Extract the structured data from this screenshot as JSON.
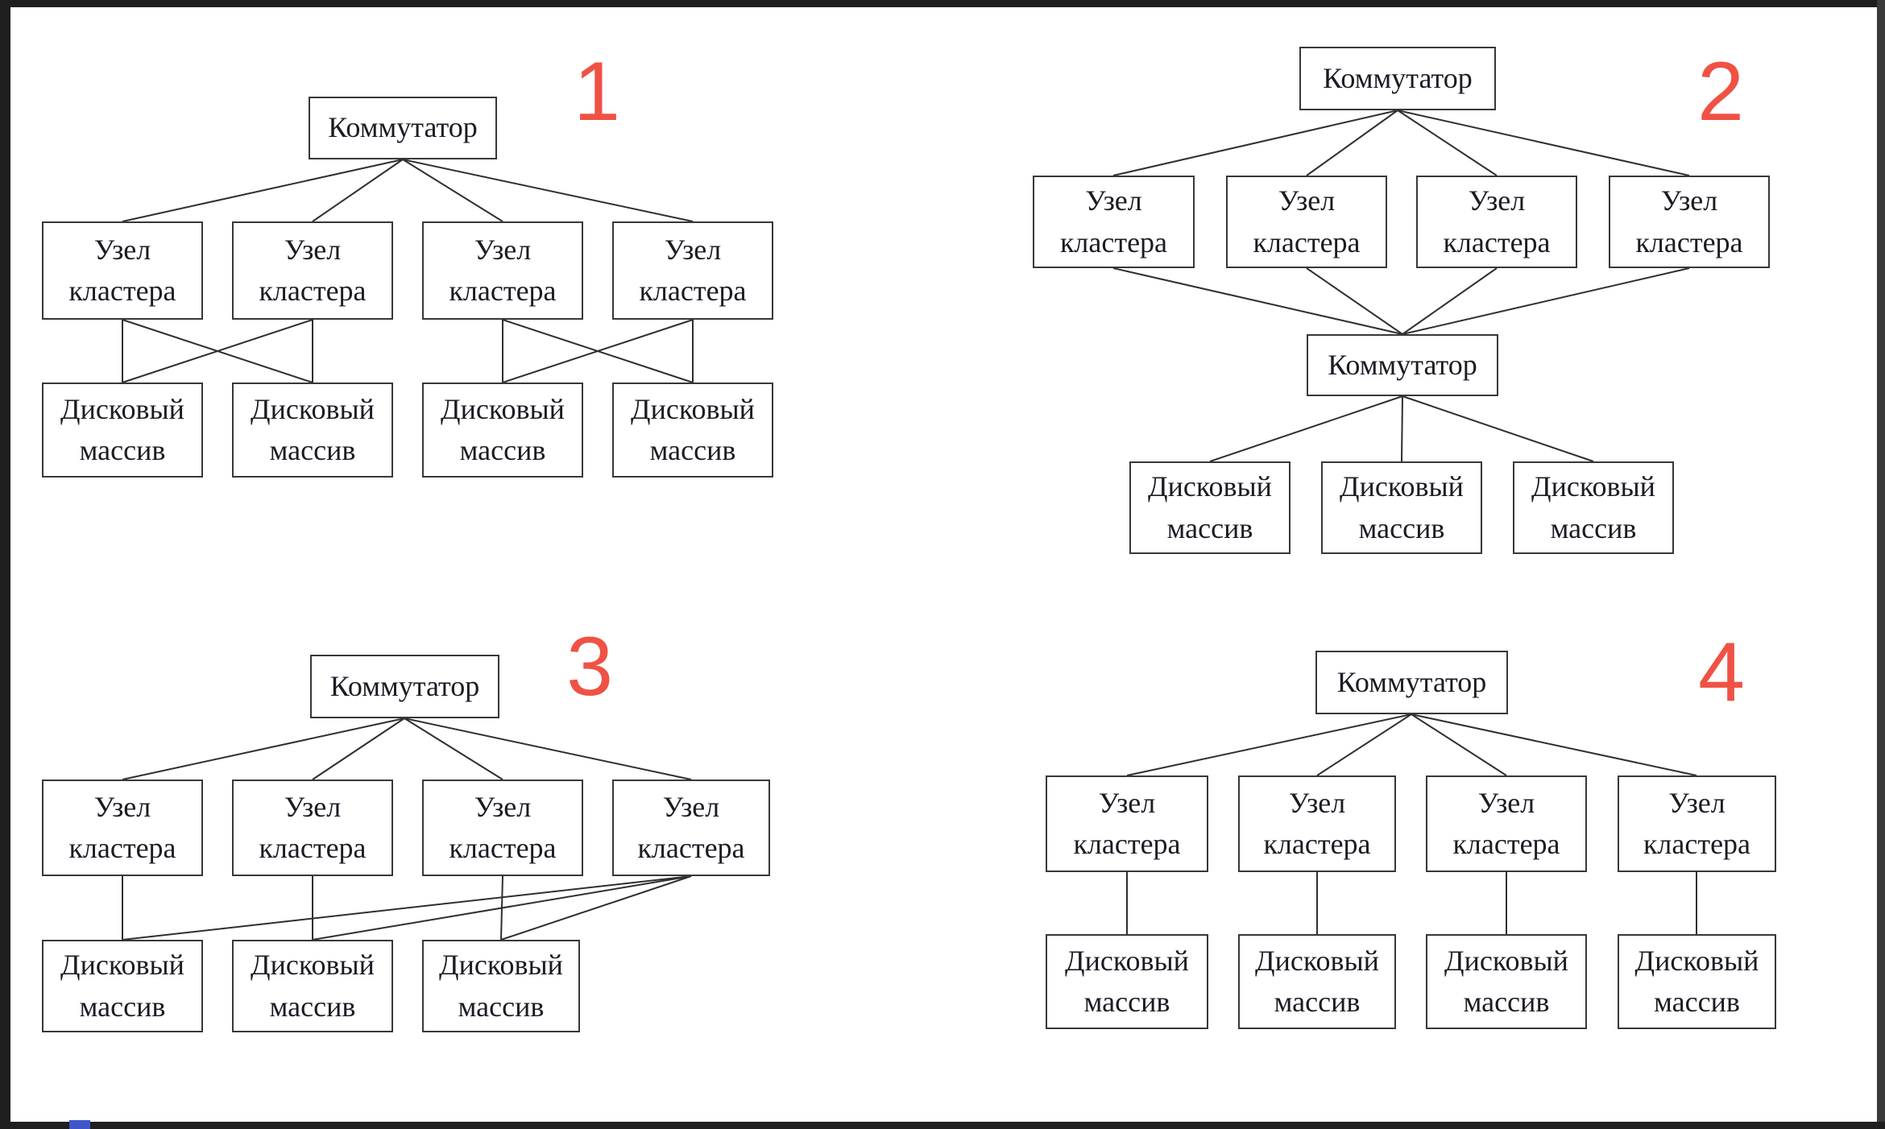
{
  "page": {
    "background": "#ffffff",
    "frame_color": "#1f1f1f",
    "accent_color": "#ef5244",
    "connector_color": "#2f2f2f",
    "box_border_color": "#37373c",
    "artifact_color": "#4056c8"
  },
  "labels": {
    "switch": "Коммутатор",
    "cluster_node": "Узел кластера",
    "disk_array": "Дисковый массив"
  },
  "diagrams": [
    {
      "number": "1",
      "switch_count": 1,
      "node_count": 4,
      "disk_count": 4,
      "description": "Switch fans out to four cluster nodes; node pair (1,2) is cross-connected to disk pair (1,2) and node pair (3,4) to disk pair (3,4)",
      "connections": [
        "switch→node1",
        "switch→node2",
        "switch→node3",
        "switch→node4",
        "node1→disk1",
        "node1→disk2",
        "node2→disk1",
        "node2→disk2",
        "node3→disk3",
        "node3→disk4",
        "node4→disk3",
        "node4→disk4"
      ]
    },
    {
      "number": "2",
      "switch_count": 2,
      "node_count": 4,
      "disk_count": 3,
      "description": "Top switch fans out to four cluster nodes; all four nodes converge on a second switch which fans out to three disk arrays",
      "connections": [
        "switch1→node1",
        "switch1→node2",
        "switch1→node3",
        "switch1→node4",
        "node1→switch2",
        "node2→switch2",
        "node3→switch2",
        "node4→switch2",
        "switch2→disk1",
        "switch2→disk2",
        "switch2→disk3"
      ]
    },
    {
      "number": "3",
      "switch_count": 1,
      "node_count": 4,
      "disk_count": 3,
      "description": "Switch fans out to four cluster nodes; nodes 1–3 each connect straight down to disk arrays 1–3; node 4 connects to all three disk arrays",
      "connections": [
        "switch→node1",
        "switch→node2",
        "switch→node3",
        "switch→node4",
        "node1→disk1",
        "node2→disk2",
        "node3→disk3",
        "node4→disk1",
        "node4→disk2",
        "node4→disk3"
      ]
    },
    {
      "number": "4",
      "switch_count": 1,
      "node_count": 4,
      "disk_count": 4,
      "description": "Switch fans out to four cluster nodes; each node connects straight down to its own disk array",
      "connections": [
        "switch→node1",
        "switch→node2",
        "switch→node3",
        "switch→node4",
        "node1→disk1",
        "node2→disk2",
        "node3→disk3",
        "node4→disk4"
      ]
    }
  ]
}
